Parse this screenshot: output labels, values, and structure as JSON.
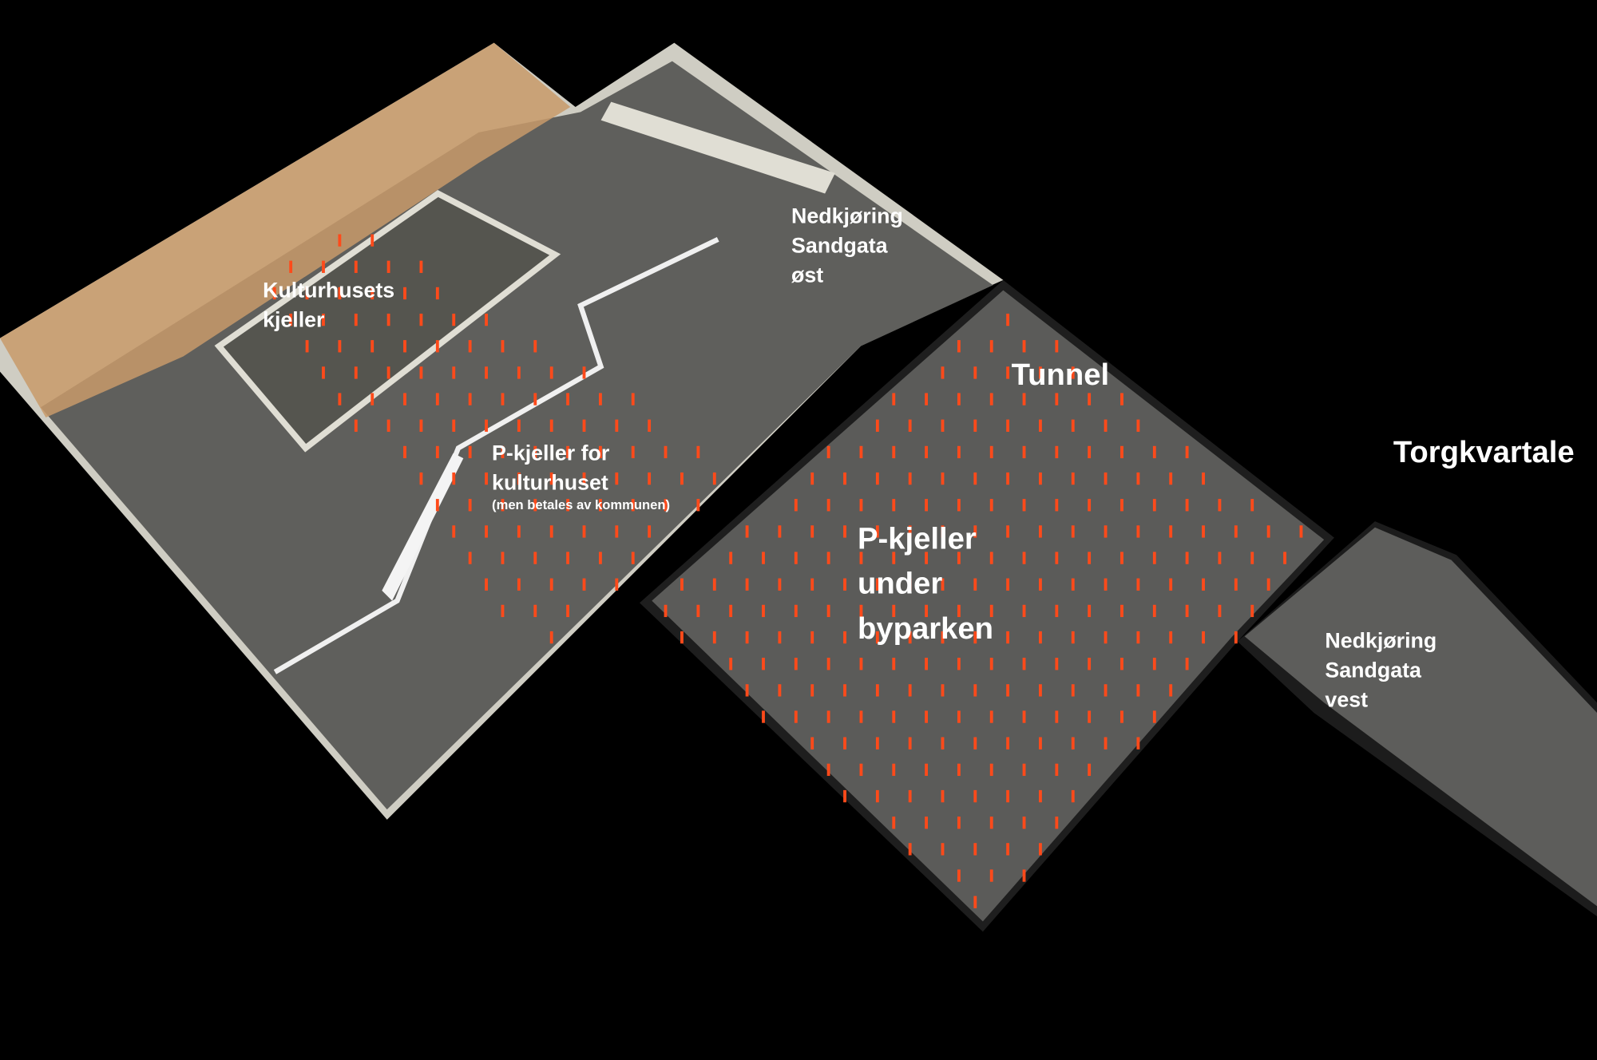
{
  "labels": {
    "kulturhus_kjeller": [
      "Kulturhusets",
      "kjeller"
    ],
    "nedkjoring_ost": [
      "Nedkjøring",
      "Sandgata",
      "øst"
    ],
    "tunnel": "Tunnel",
    "torgkvartalet": "Torgkvartale",
    "pkjeller_kulturhus": [
      "P-kjeller for",
      "kulturhuset"
    ],
    "pkjeller_note": "(men betales av kommunen)",
    "pkjeller_byparken": [
      "P-kjeller",
      "under",
      "byparken"
    ],
    "nedkjoring_vest": [
      "Nedkjøring",
      "Sandgata",
      "vest"
    ]
  },
  "colors": {
    "background": "#000000",
    "floor": "#5a5a58",
    "wall": "#d8d6cc",
    "column": "#ff4a1a",
    "wood": "#c89a6a"
  }
}
